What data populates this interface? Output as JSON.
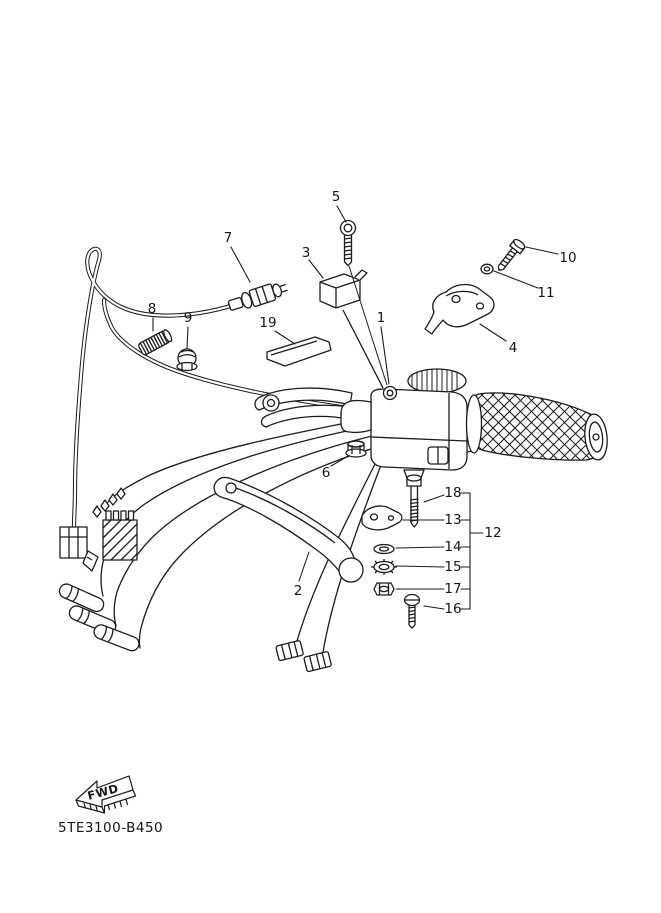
{
  "diagram": {
    "part_code": "5TE3100-B450",
    "fwd_label": "FWD",
    "colors": {
      "line": "#1c1c1c",
      "background": "#ffffff"
    },
    "callouts": {
      "1": "1",
      "2": "2",
      "3": "3",
      "4": "4",
      "5": "5",
      "6": "6",
      "7": "7",
      "8": "8",
      "9": "9",
      "10": "10",
      "11": "11",
      "12": "12",
      "13": "13",
      "14": "14",
      "15": "15",
      "16": "16",
      "17": "17",
      "18": "18",
      "19": "19"
    }
  }
}
